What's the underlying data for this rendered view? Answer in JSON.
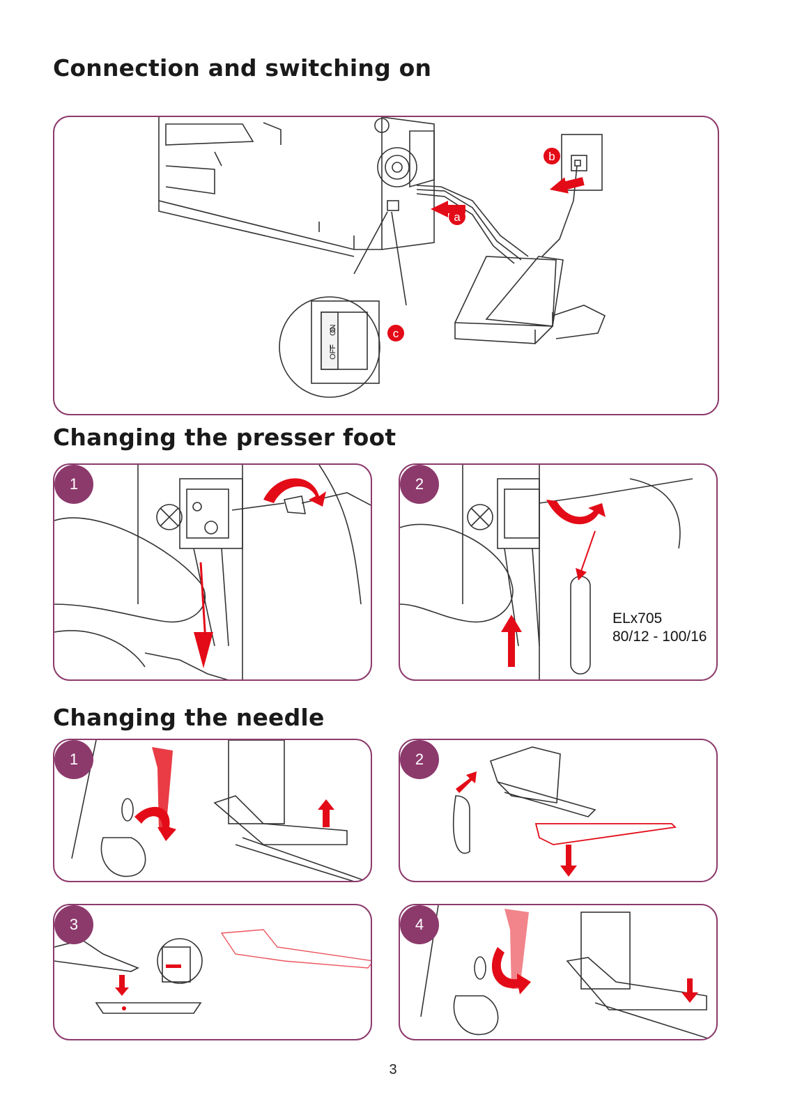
{
  "sections": {
    "connection": {
      "title": "Connection and switching on",
      "callouts": [
        "a",
        "b",
        "c"
      ],
      "switch": {
        "on_label": "ON",
        "off_label": "OFF",
        "on_symbol": "I",
        "off_symbol": "O"
      }
    },
    "presser_foot": {
      "title": "Changing the presser foot",
      "steps": [
        "1",
        "2"
      ],
      "needle_type": "ELx705",
      "needle_sizes": "80/12 - 100/16"
    },
    "needle": {
      "title": "Changing the needle",
      "steps": [
        "1",
        "2",
        "3",
        "4"
      ]
    }
  },
  "page_number": "3",
  "colors": {
    "frame": "#8c3a6c",
    "accent": "#e30b17",
    "line": "#333333"
  }
}
